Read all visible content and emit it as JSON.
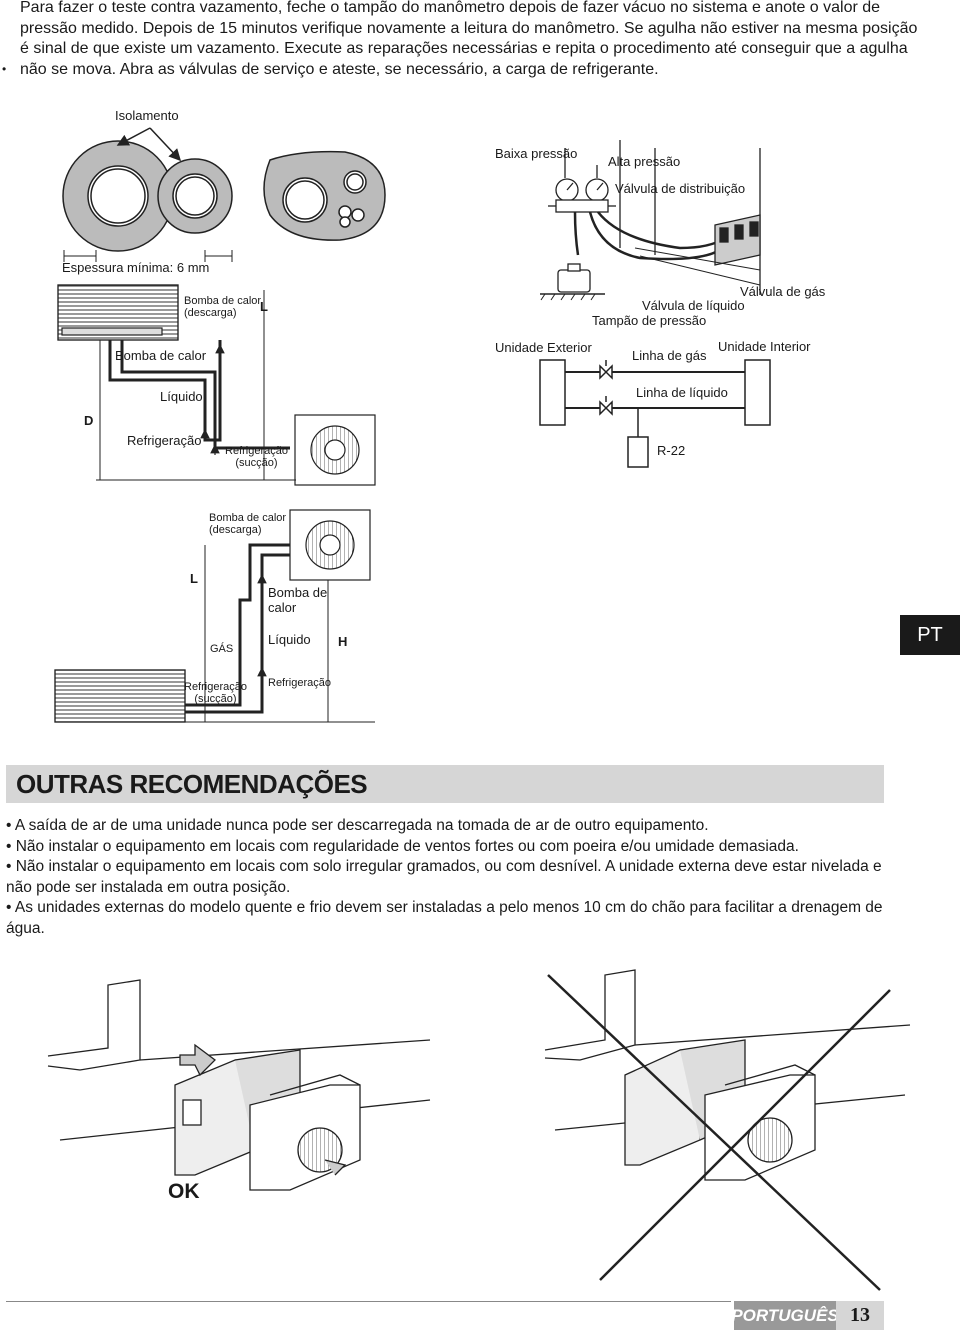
{
  "intro": {
    "text": "Para fazer o teste contra vazamento, feche o tampão do manômetro depois de fazer vácuo no sistema e anote o valor de pressão medido. Depois de 15 minutos verifique novamente a leitura do manômetro. Se agulha não estiver na mesma posição é sinal de que existe um vazamento. Execute as reparações necessárias e repita o procedimento até conseguir que a agulha não se mova. Abra as válvulas de serviço e ateste, se necessário, a carga de refrigerante.",
    "bullet": "•"
  },
  "insulation": {
    "title": "Isolamento",
    "thickness": "Espessura mínima: 6 mm"
  },
  "gauge": {
    "low": "Baixa pressão",
    "high": "Alta pressão",
    "manifold": "Válvula de distribuição",
    "gas_valve": "Válvula de gás",
    "liquid_valve": "Válvula de líquido",
    "cap": "Tampão de pressão"
  },
  "circuit": {
    "outdoor": "Unidade Exterior",
    "indoor": "Unidade Interior",
    "gas_line": "Linha de gás",
    "liquid_line": "Linha de líquido",
    "refrigerant": "R-22"
  },
  "install1": {
    "hp_discharge": "Bomba de calor\n(descarga)",
    "L": "L",
    "heat_pump": "Bomba de calor",
    "liquid": "Líquido",
    "D": "D",
    "refrig": "Refrigeração",
    "refrig_suction": "Refrigeração\n(sucção)"
  },
  "install2": {
    "hp_discharge": "Bomba de calor\n(descarga)",
    "L": "L",
    "heat_pump": "Bomba de\ncalor",
    "gas": "GÁS",
    "liquid": "Líquido",
    "H": "H",
    "refrig_suction": "Refrigeração\n(sucção)",
    "refrig": "Refrigeração"
  },
  "tab": "PT",
  "section": {
    "title": "OUTRAS RECOMENDAÇÕES",
    "items": [
      "• A saída de ar de uma unidade nunca pode ser descarregada na tomada de ar de outro equipamento.",
      "• Não instalar o equipamento em locais com regularidade de ventos fortes ou com poeira e/ou umidade demasiada.",
      "• Não instalar o equipamento em locais com solo irregular gramados, ou com desnível. A unidade externa deve estar nivelada e não pode ser instalada em outra posição.",
      "• As unidades externas do modelo quente e frio devem ser instaladas a pelo menos 10 cm do chão para facilitar a drenagem de água."
    ]
  },
  "ok_label": "OK",
  "footer": {
    "language": "PORTUGUÊS",
    "page": "13"
  }
}
